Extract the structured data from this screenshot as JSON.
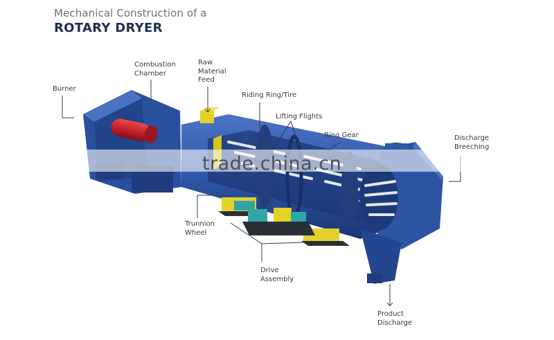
{
  "title": {
    "subtitle": "Mechanical Construction of a",
    "main": "ROTARY DRYER"
  },
  "labels": {
    "burner": "Burner",
    "combustion_chamber": "Combustion\nChamber",
    "raw_material_feed": "Raw\nMaterial\nFeed",
    "riding_ring": "Riding Ring/Tire",
    "lifting_flights": "Lifting Flights",
    "ring_gear": "Ring Gear",
    "discharge_breeching": "Discharge\nBreeching",
    "trunnion_wheel": "Trunnion\nWheel",
    "drive_assembly": "Drive\nAssembly",
    "product_discharge": "Product\nDischarge"
  },
  "watermark": "trade.china.cn",
  "colors": {
    "body_blue": "#2f57a8",
    "body_dark": "#1f3d7e",
    "burner_red": "#c8202a",
    "feed_yellow": "#e4d22a",
    "motor_teal": "#2fa7a8",
    "leader_line": "#333a44"
  }
}
